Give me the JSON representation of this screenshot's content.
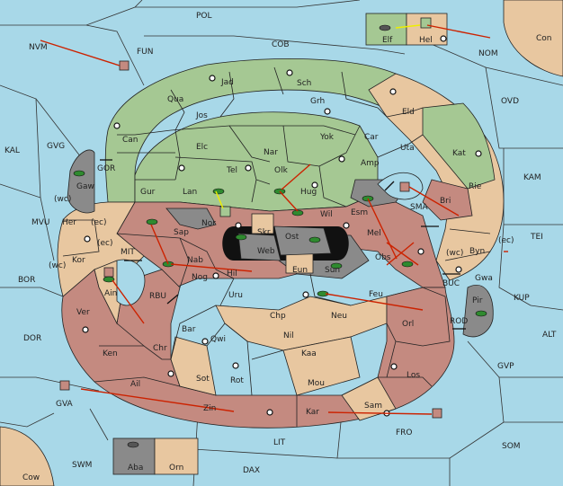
{
  "colors": {
    "sea": "#a8d8e8",
    "green_power": "#a5c893",
    "tan_neutral": "#e8c7a0",
    "red_power": "#c48a80",
    "gray": "#8a8a8a",
    "order_arrow": "#cc2200",
    "support_arrow": "#eeee00"
  },
  "labels": {
    "POL": "POL",
    "FUN": "FUN",
    "COB": "COB",
    "NVM": "NVM",
    "NOM": "NOM",
    "Con": "Con",
    "Elf": "Elf",
    "Hel": "Hel",
    "OVD": "OVD",
    "KAL": "KAL",
    "GVG": "GVG",
    "KAM": "KAM",
    "TEI": "TEI",
    "MVU": "MVU",
    "BOR": "BOR",
    "DOR": "DOR",
    "KUP": "KUP",
    "ALT": "ALT",
    "GVP": "GVP",
    "GVA": "GVA",
    "FRO": "FRO",
    "SOM": "SOM",
    "LIT": "LIT",
    "SWM": "SWM",
    "DAX": "DAX",
    "Cow": "Cow",
    "Aba": "Aba",
    "Orn": "Orn",
    "Jad": "Jad",
    "Sch": "Sch",
    "Qua": "Qua",
    "Jos": "Jos",
    "Grh": "Grh",
    "Can": "Can",
    "Elc": "Elc",
    "Nar": "Nar",
    "Yok": "Yok",
    "Car": "Car",
    "Eld": "Eld",
    "Uta": "Uta",
    "Kat": "Kat",
    "Tel": "Tel",
    "Olk": "Olk",
    "Amp": "Amp",
    "Gur": "Gur",
    "Lan": "Lan",
    "Hug": "Hug",
    "Rie": "Rie",
    "Gaw": "Gaw",
    "GOR": "GOR",
    "Wil": "Wil",
    "Esm": "Esm",
    "SMA": "SMA",
    "Bri": "Bri",
    "Her": "Her",
    "wc": "(wc)",
    "ec": "(ec)",
    "Nor": "Nor",
    "Sap": "Sap",
    "Skr": "Skr",
    "Ost": "Ost",
    "Mel": "Mel",
    "Web": "Web",
    "Byn": "Byn",
    "MIT": "MIT",
    "Kor": "Kor",
    "Nab": "Nab",
    "Eun": "Eun",
    "Obs": "Obs",
    "Sun": "Sun",
    "Hil": "Hil",
    "Gwa": "Gwa",
    "Nog": "Nog",
    "BUC": "BUC",
    "Uru": "Uru",
    "Feu": "Feu",
    "Pir": "Pir",
    "Ain": "Ain",
    "RBU": "RBU",
    "Ver": "Ver",
    "Orl": "Orl",
    "Chp": "Chp",
    "Neu": "Neu",
    "Bar": "Bar",
    "ROD": "ROD",
    "Qwi": "Qwi",
    "Nil": "Nil",
    "Ken": "Ken",
    "Chr": "Chr",
    "Kaa": "Kaa",
    "Los": "Los",
    "Sot": "Sot",
    "Rot": "Rot",
    "Ail": "Ail",
    "Mou": "Mou",
    "Zin": "Zin",
    "Sam": "Sam",
    "Kar": "Kar"
  }
}
